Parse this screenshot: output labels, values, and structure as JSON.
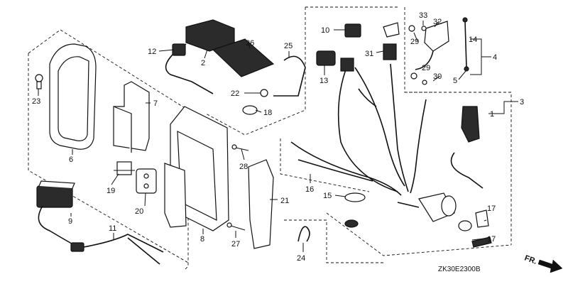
{
  "diagram": {
    "code": "ZK30E2300B",
    "front_marker": "FR.",
    "callouts": [
      "1",
      "2",
      "3",
      "4",
      "5",
      "6",
      "7",
      "8",
      "9",
      "10",
      "11",
      "12",
      "13",
      "14",
      "15",
      "16",
      "17",
      "17",
      "18",
      "19",
      "20",
      "21",
      "22",
      "23",
      "24",
      "25",
      "26",
      "27",
      "28",
      "29",
      "29",
      "30",
      "31",
      "32",
      "33"
    ]
  }
}
